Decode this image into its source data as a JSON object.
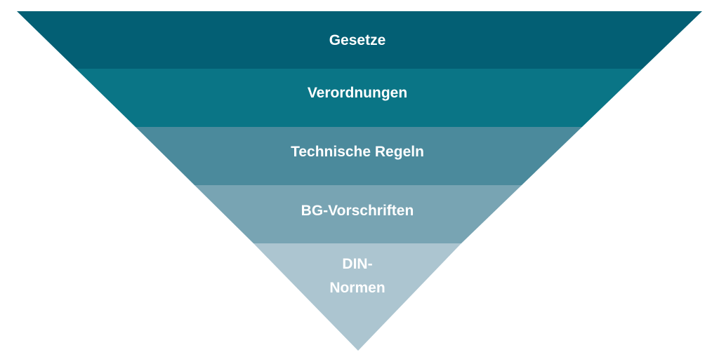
{
  "diagram": {
    "layers": [
      {
        "lines": [
          "Gesetze"
        ],
        "color": "#035f74"
      },
      {
        "lines": [
          "Verordnungen"
        ],
        "color": "#0a7586"
      },
      {
        "lines": [
          "Technische Regeln"
        ],
        "color": "#4b8a9c"
      },
      {
        "lines": [
          "BG-Vorschriften"
        ],
        "color": "#78a4b3"
      },
      {
        "lines": [
          "DIN-",
          "Normen"
        ],
        "color": "#acc5d0"
      }
    ]
  }
}
